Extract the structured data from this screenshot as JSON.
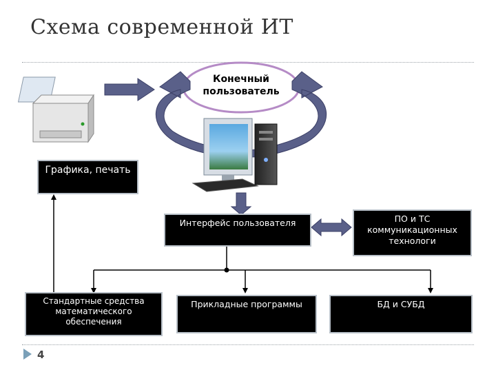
{
  "title": "Схема современной ИТ",
  "end_user": "Конечный пользователь",
  "boxes": {
    "graphics": "Графика, печать",
    "ui": "Интерфейс пользователя",
    "software_tc": "ПО и ТС коммуникационных технологи",
    "standard_math": "Стандартные средства математического обеспечения",
    "applied": "Прикладные программы",
    "db": "БД и СУБД"
  },
  "page_number": "4",
  "icons": [
    "printer-icon",
    "computer-icon"
  ],
  "colors": {
    "box_bg": "#000000",
    "box_text": "#ffffff",
    "oval_border": "#b58bc6",
    "arrow_fill": "#5a6089"
  }
}
